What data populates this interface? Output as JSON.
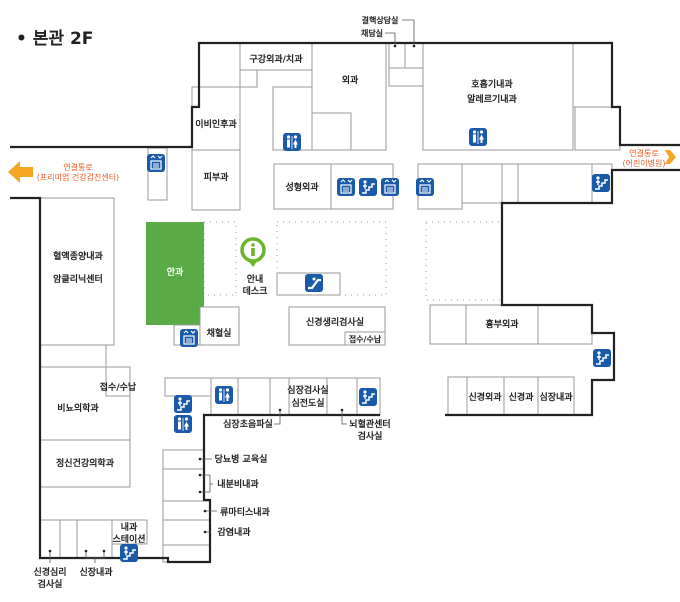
{
  "title": "• 본관 2F",
  "colors": {
    "wall": "#222222",
    "room_border": "#999999",
    "eye_clinic": "#5aaa46",
    "icon_blue": "#1a5aa8",
    "link_orange": "#f5a623",
    "link_text": "#f05a22",
    "info_green": "#6ab42d"
  },
  "links": {
    "left": {
      "line1": "연결통로",
      "line2": "(프리미엄 건강검진센터)",
      "icon": "arrow-left-icon"
    },
    "right": {
      "line1": "연결통로",
      "line2": "(어린이병원)",
      "icon": "arrow-right-icon"
    }
  },
  "rooms": {
    "ent": "이비인후과",
    "derm": "피부과",
    "dental": "구강외과/치과",
    "surgery": "외과",
    "resp1": "호흡기내과",
    "resp2": "알레르기내과",
    "tb": "결핵상담실",
    "sputum": "채담실",
    "plastic": "성형외과",
    "eye": "안과",
    "info1": "안내",
    "info2": "데스크",
    "blood": "채혈실",
    "neurophys": "신경생리검사실",
    "reception2": "접수/수납",
    "thoracic": "흉부외과",
    "hemato": "혈액종양내과",
    "cancer": "암클리닉센터",
    "reception1": "접수/수납",
    "uro": "비뇨의학과",
    "psych": "정신건강의학과",
    "station1": "내과",
    "station2": "스테이션",
    "neuropsych1": "신경심리",
    "neuropsych2": "검사실",
    "nephro": "신장내과",
    "diabetes": "당뇨병 교육실",
    "endo": "내분비내과",
    "rheum": "류마티스내과",
    "infect": "감염내과",
    "cardiac1": "심장검사실",
    "cardiac2": "심전도실",
    "echo": "심장초음파실",
    "cerebro1": "뇌혈관센터",
    "cerebro2": "검사실",
    "neurosurg": "신경외과",
    "neuro": "신경과",
    "cardio": "심장내과"
  },
  "icons": {
    "elevator": "elevator-icon",
    "stairs": "stairs-icon",
    "escalator": "escalator-icon",
    "restroom": "restroom-icon",
    "info": "info-icon"
  }
}
